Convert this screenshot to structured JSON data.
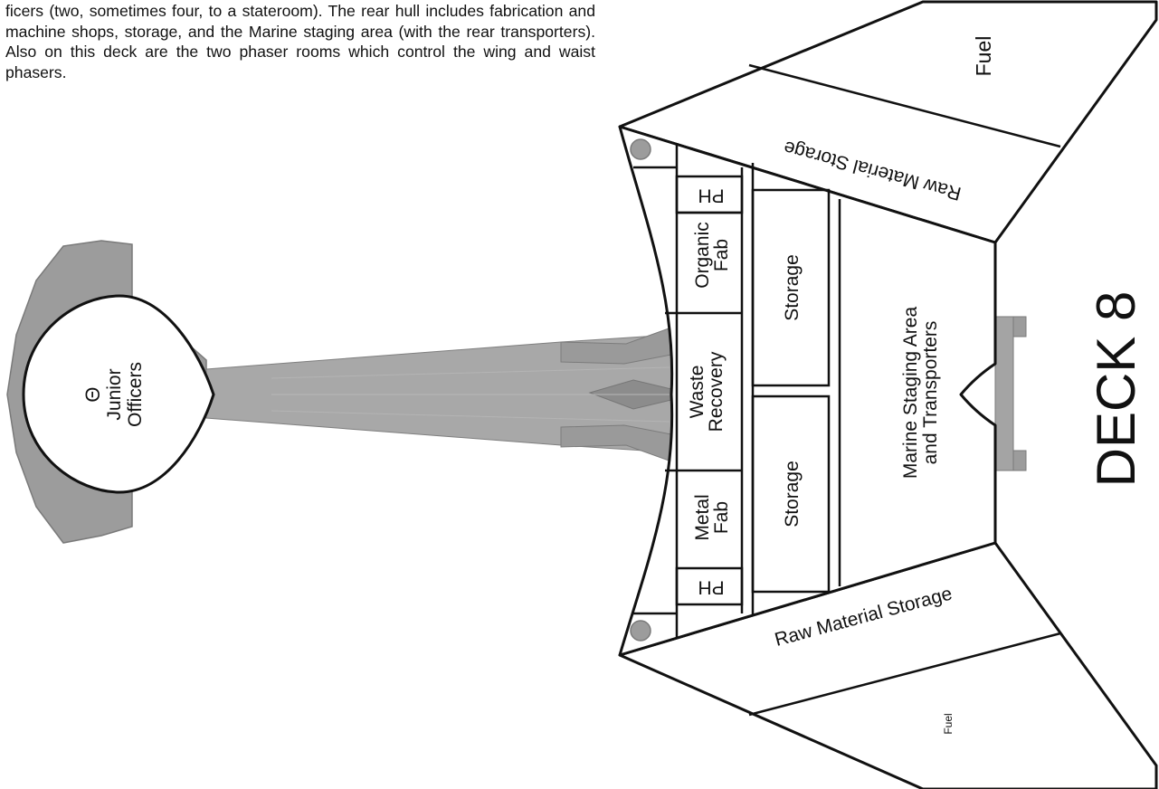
{
  "intro_text": "ficers (two, sometimes four, to a stateroom). The rear hull includes fabrication and machine shops, storage, and the Marine staging area (with the rear transporters). Also on this deck are the two phaser rooms which control the wing and waist phasers.",
  "deck_title": "DECK 8",
  "saucer": {
    "symbol": "Θ",
    "line1": "Junior",
    "line2": "Officers"
  },
  "rooms": {
    "fuel_top": "Fuel",
    "raw_storage_top": "Raw Material Storage",
    "ph_top": "PH",
    "organic_fab_line1": "Organic",
    "organic_fab_line2": "Fab",
    "waste_recovery_line1": "Waste",
    "waste_recovery_line2": "Recovery",
    "metal_fab_line1": "Metal",
    "metal_fab_line2": "Fab",
    "ph_bottom": "PH",
    "storage_upper": "Storage",
    "storage_lower": "Storage",
    "marine_line1": "Marine Staging Area",
    "marine_line2": "and Transporters",
    "raw_storage_bottom": "Raw Material Storage",
    "fuel_bottom": "Fuel"
  },
  "colors": {
    "hull_gray": "#9c9c9c",
    "boom_gray": "#a8a8a8",
    "boom_dark": "#8c8c8c",
    "outline": "#111111",
    "room_fill": "#ffffff",
    "text": "#111111"
  }
}
